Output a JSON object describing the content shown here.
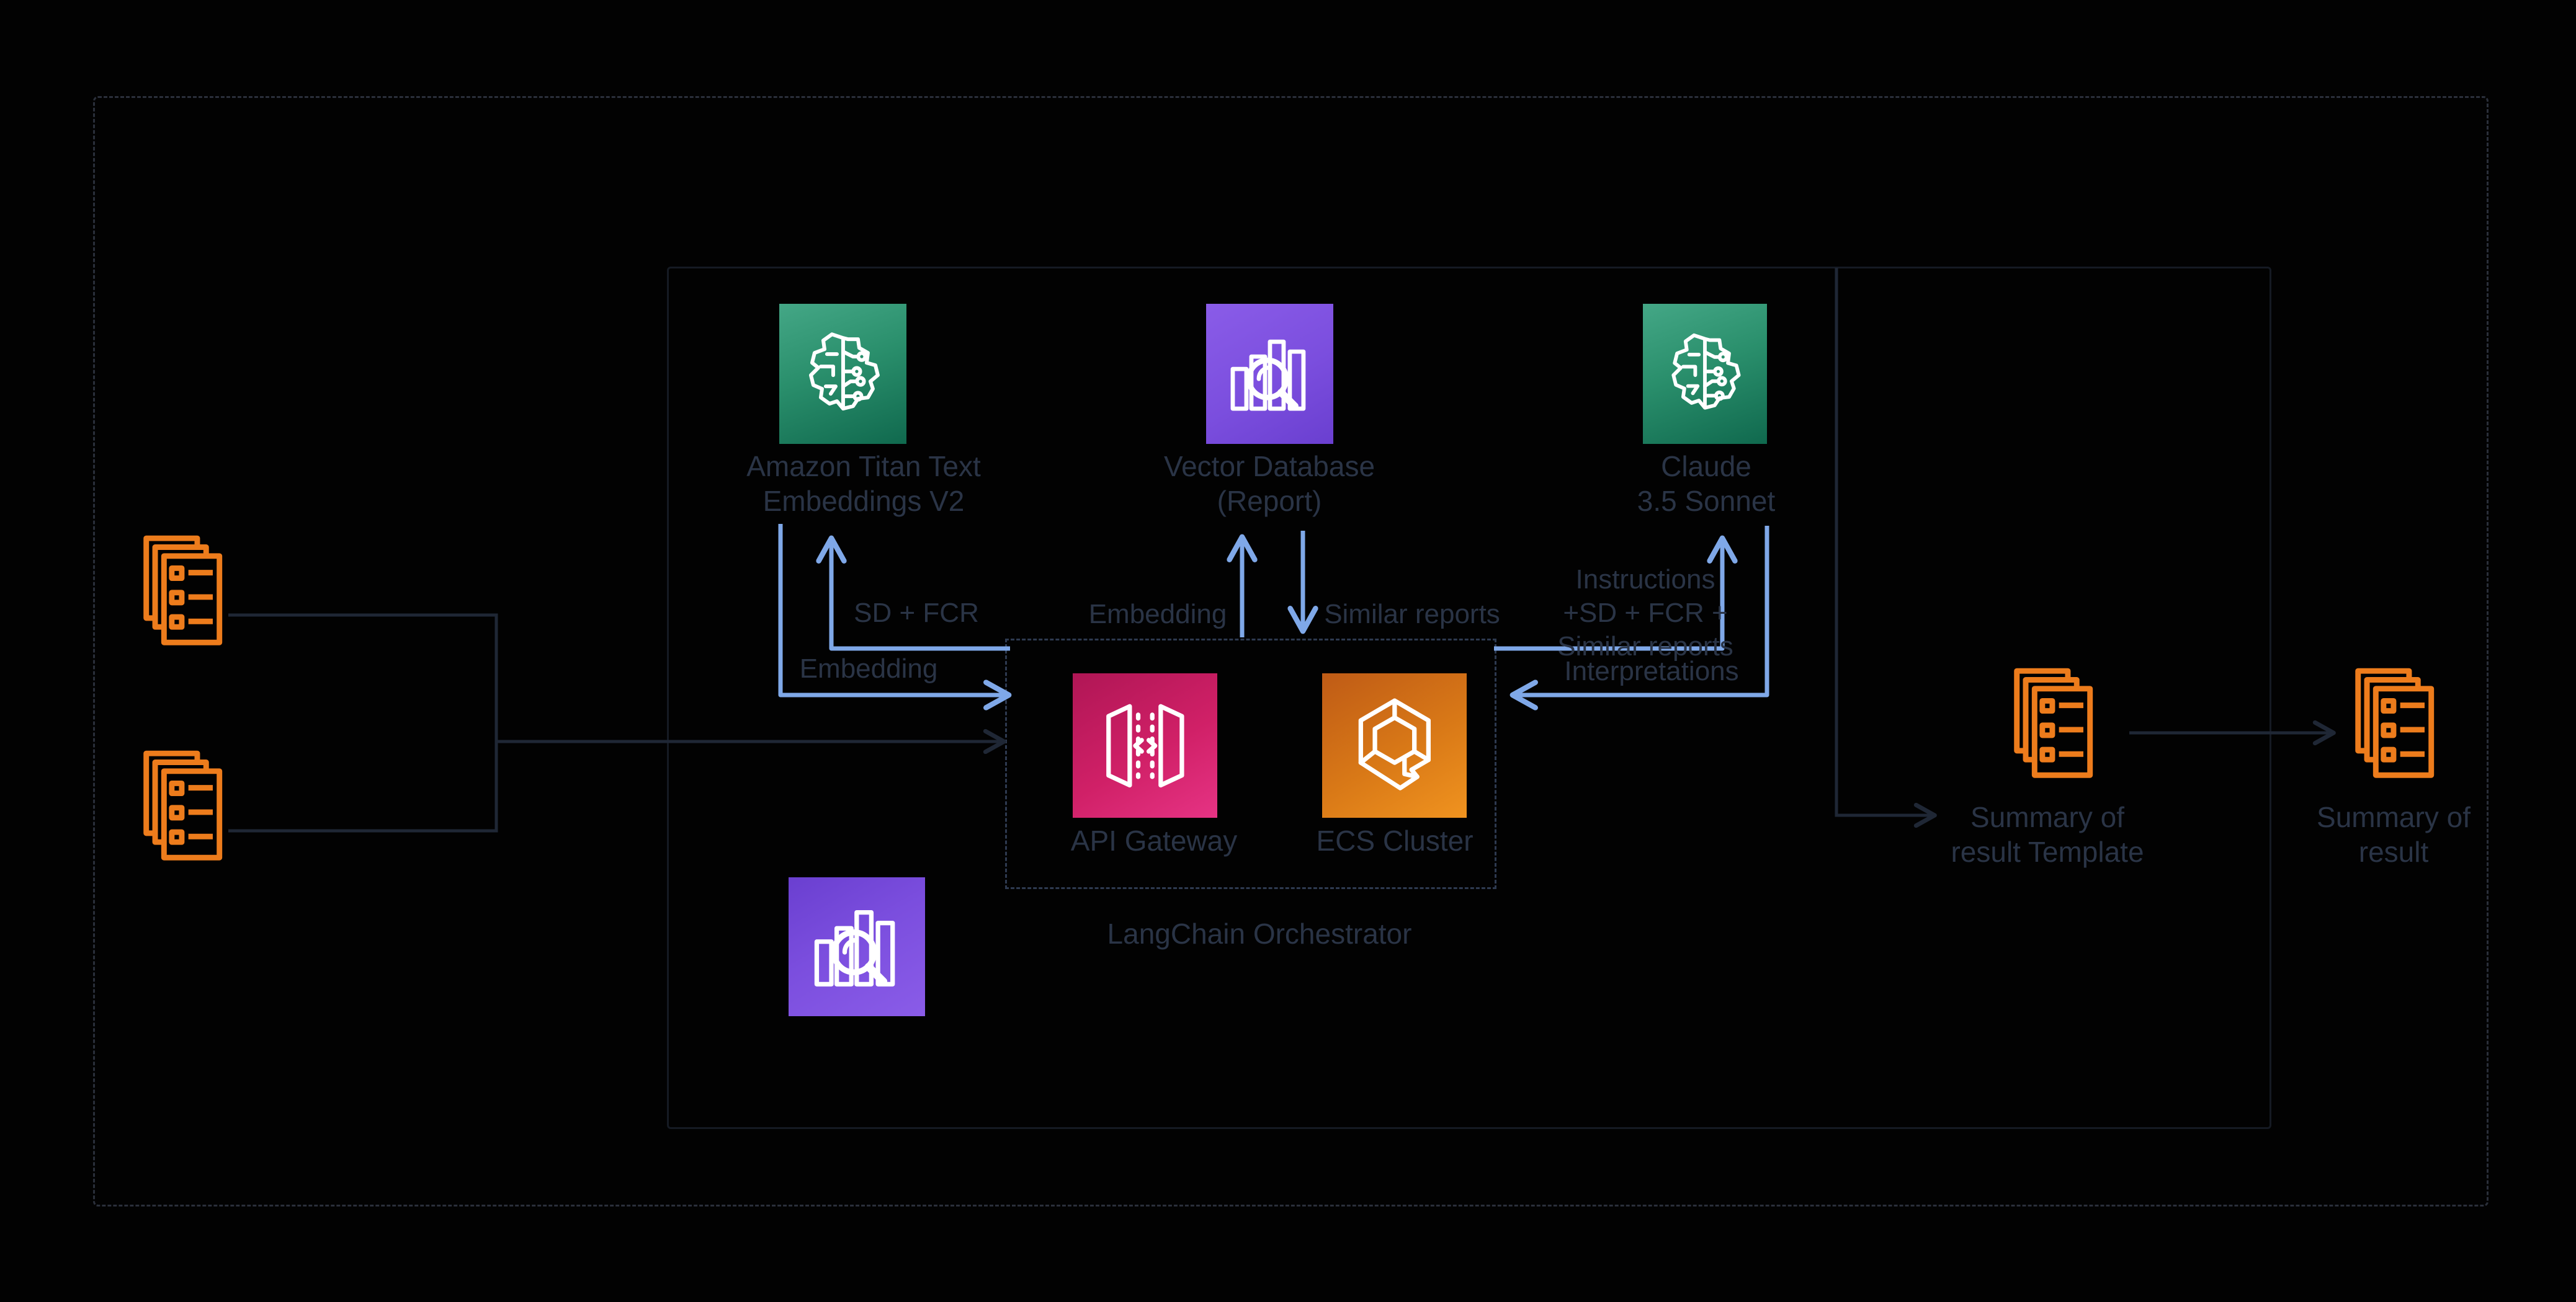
{
  "diagram": {
    "type": "aws-architecture-diagram",
    "background": "#020202",
    "colors": {
      "blue_arrow": "#7fa8e8",
      "dark_line": "#1f2735",
      "dark_text": "#2a3446",
      "ml_green": "#2a8f6c",
      "analytics_purple": "#7b4ede",
      "app_integration_pink": "#d02067",
      "containers_orange": "#d97917",
      "docs_orange": "#ed7c1c"
    }
  },
  "icons": {
    "titan": "bedrock-brain-circuit-icon",
    "vector_db_report": "opensearch-bars-magnifier-icon",
    "claude": "bedrock-brain-circuit-icon",
    "api_gateway": "api-gateway-brackets-icon",
    "ecs_cluster": "ecs-hexagon-cube-icon",
    "vector_db_sd": "opensearch-bars-magnifier-icon",
    "documents": "document-stack-checklist-icon"
  },
  "nodes": {
    "titan": {
      "label_line1": "Amazon Titan Text",
      "label_line2": "Embeddings V2"
    },
    "vector_db_report": {
      "label_line1": "Vector Database",
      "label_line2": "(Report)"
    },
    "claude": {
      "label_line1": "Claude",
      "label_line2": "3.5 Sonnet"
    },
    "api_gateway": {
      "label": "API Gateway"
    },
    "ecs_cluster": {
      "label": "ECS Cluster"
    },
    "langchain_box": {
      "label": "LangChain Orchestrator"
    },
    "summary_template_docs": {
      "label_line1": "Summary of",
      "label_line2": "result Template"
    },
    "summary_result_docs": {
      "label_line1": "Summary of",
      "label_line2": "result"
    }
  },
  "edges": {
    "sd_fcr": {
      "label": "SD + FCR"
    },
    "embedding_titan": {
      "label": "Embedding"
    },
    "embedding_vdb": {
      "label": "Embedding"
    },
    "similar_reports_vdb": {
      "label": "Similar reports"
    },
    "instructions": {
      "label_line1": "Instructions",
      "label_line2": "+SD + FCR +",
      "label_line3": "Similar reports"
    },
    "interpretations": {
      "label": "Interpretations"
    }
  }
}
